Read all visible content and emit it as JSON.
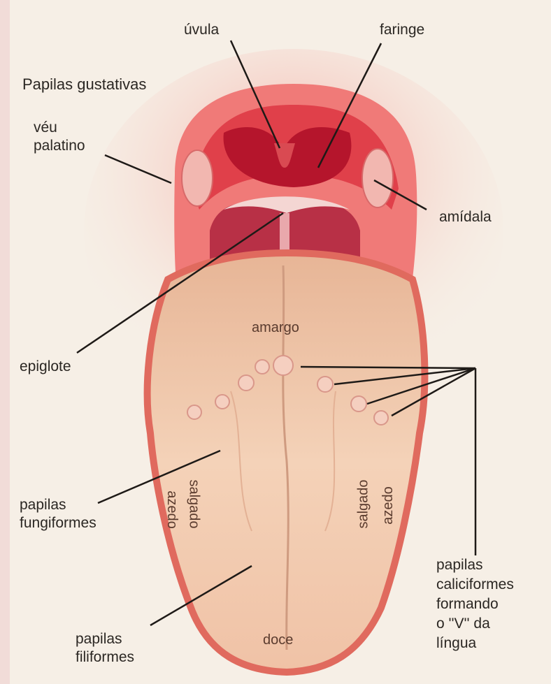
{
  "title": "Papilas gustativas",
  "labels": {
    "uvula": "úvula",
    "faringe": "faringe",
    "veu_palatino": [
      "véu",
      "palatino"
    ],
    "amidala": "amídala",
    "epiglote": "epiglote",
    "papilas_fungiformes": [
      "papilas",
      "fungiformes"
    ],
    "papilas_filiformes": [
      "papilas",
      "filiformes"
    ],
    "papilas_caliciformes": [
      "papilas",
      "caliciformes",
      "formando",
      "o ''V'' da",
      "língua"
    ]
  },
  "taste_zones": {
    "amargo": "amargo",
    "doce": "doce",
    "left_salgado": "salgado",
    "left_azedo": "azedo",
    "right_salgado": "salgado",
    "right_azedo": "azedo"
  },
  "colors": {
    "background": "#f6efe6",
    "tongue": "#f2c9a9",
    "mouth": "#e8545a",
    "throat": "#b5152c",
    "leader_line": "#1e1a17"
  }
}
